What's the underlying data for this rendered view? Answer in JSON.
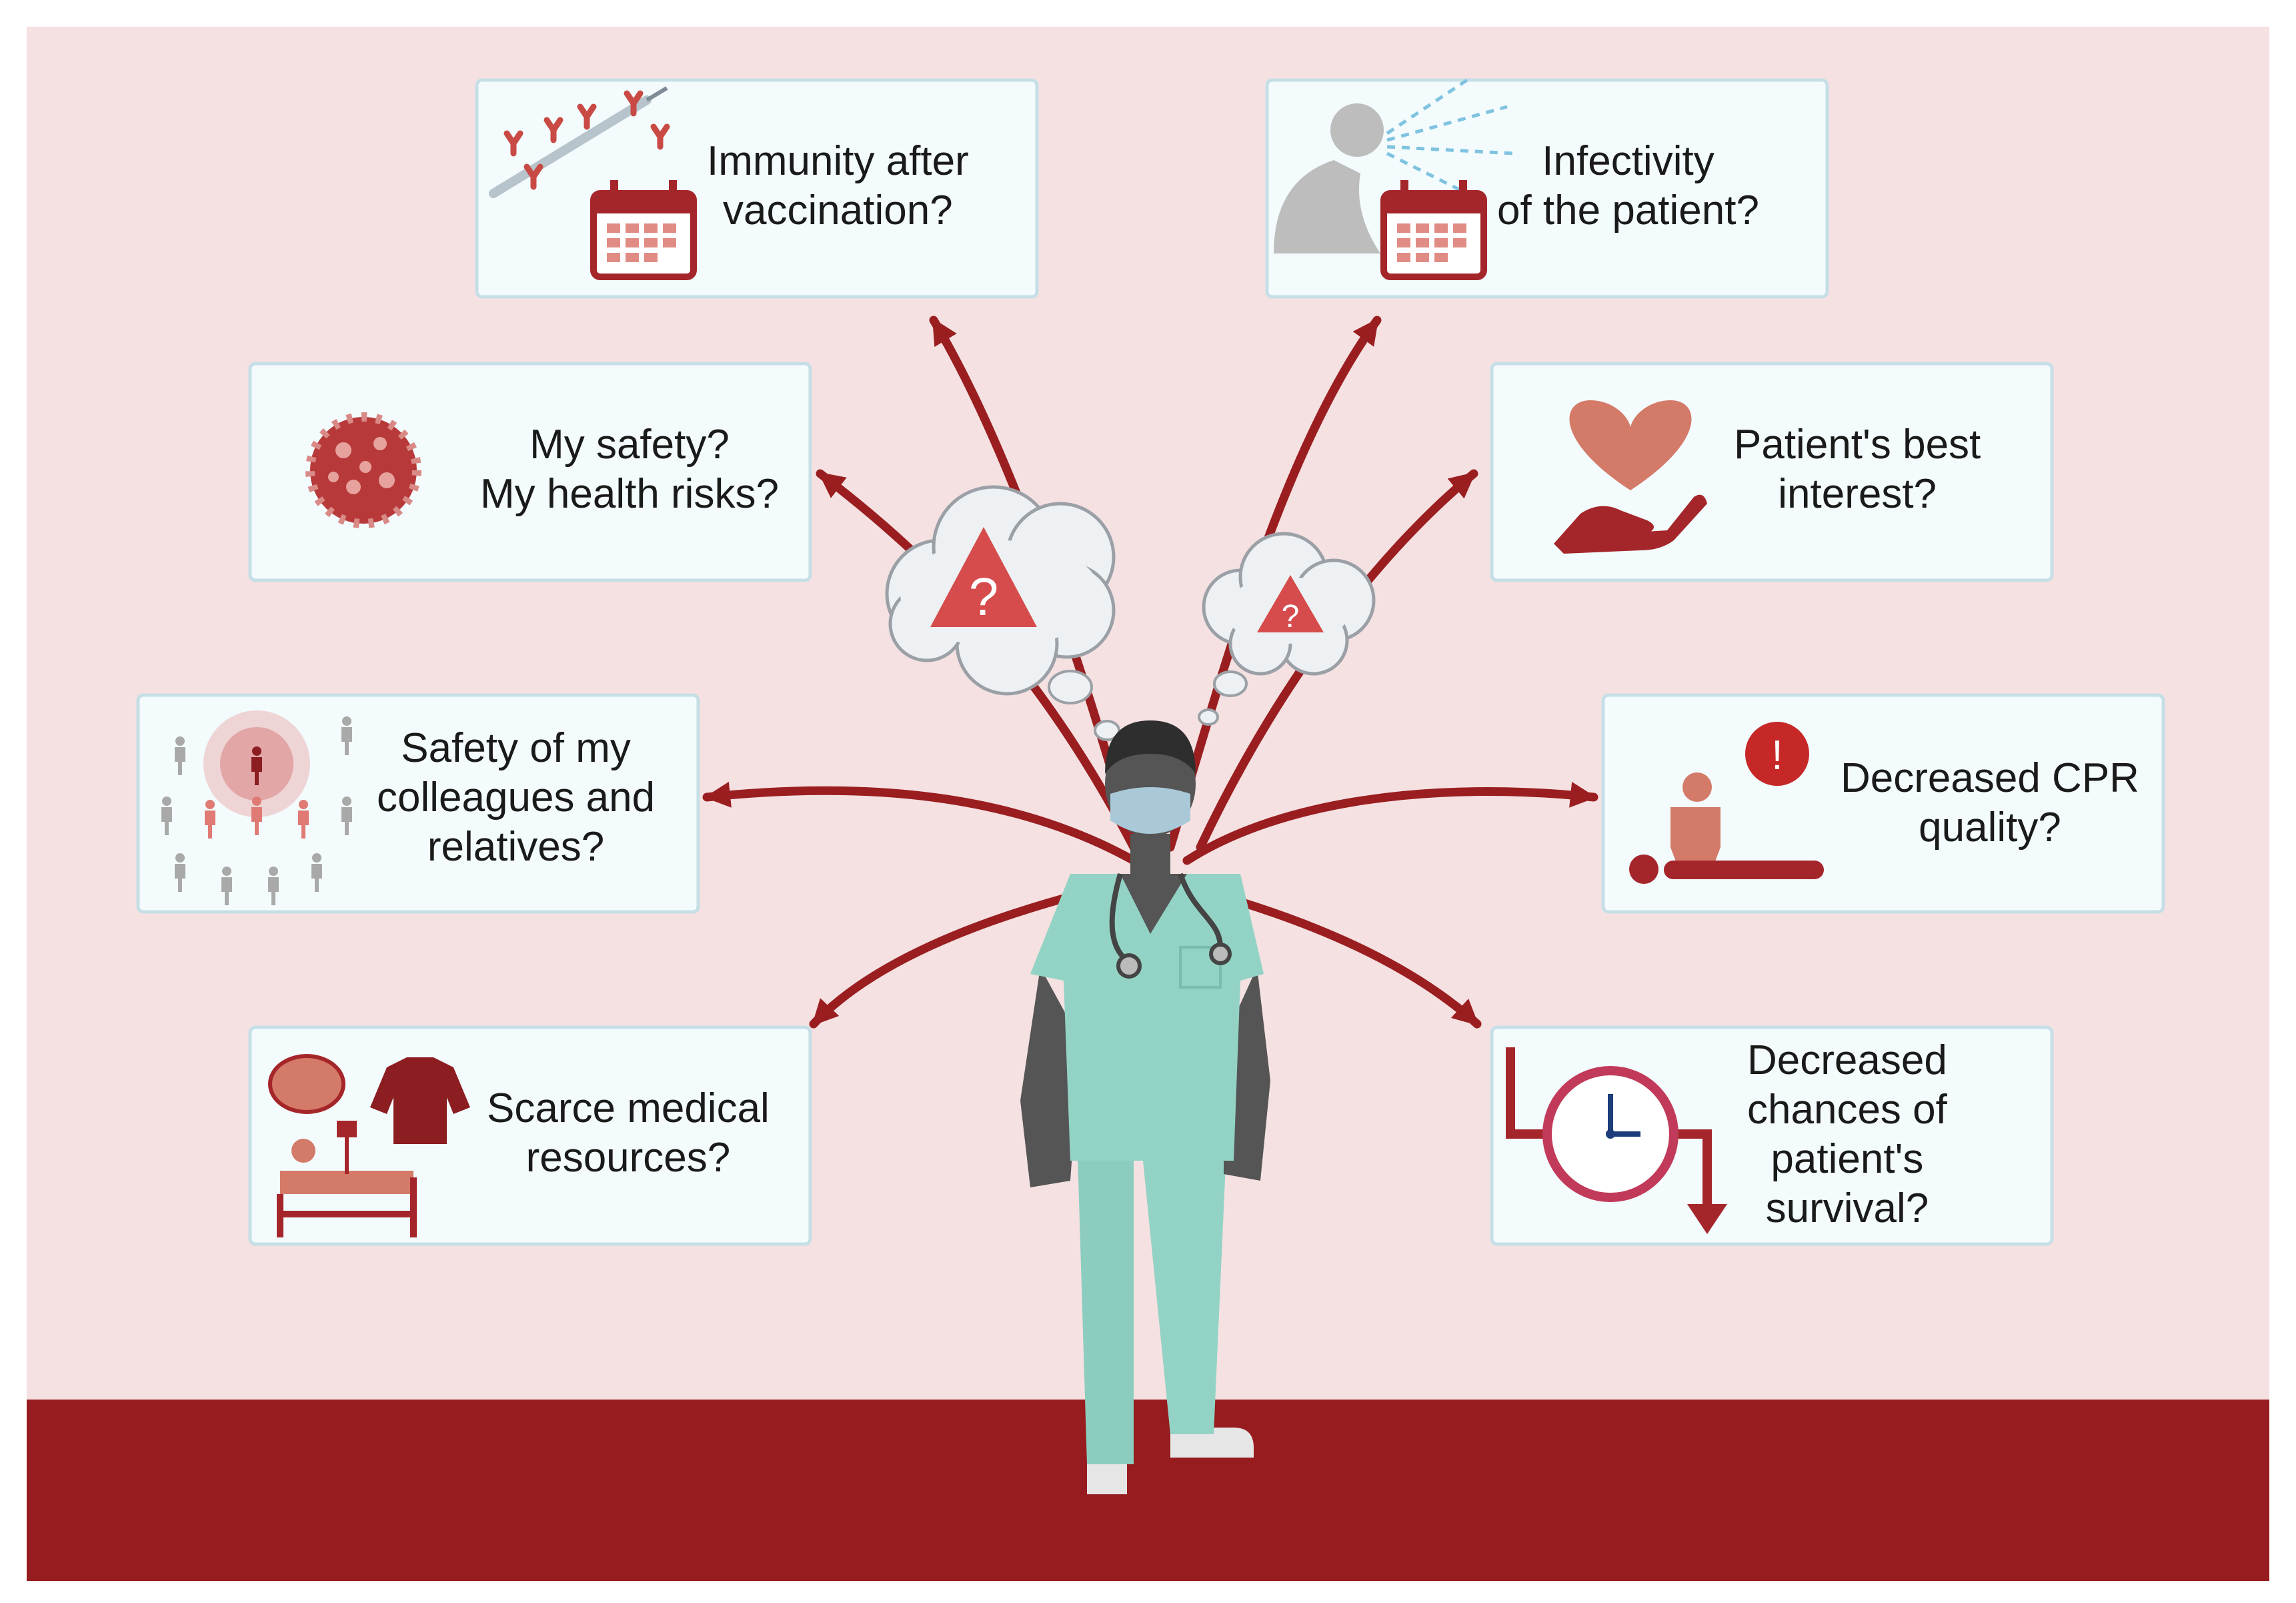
{
  "diagram": {
    "colors": {
      "background": "#f5e1e2",
      "floor": "#961c1f",
      "arrow": "#9a1e20",
      "box_fill": "#f3fbfd",
      "box_border": "#c6dfe6",
      "icon_red": "#c94a44",
      "icon_salmon": "#d47a68",
      "scrubs": "#93d3c5",
      "skin": "#555555"
    },
    "boxes": {
      "immunity": {
        "lines": [
          "Immunity after",
          "vaccination?"
        ],
        "icon": "syringe-antibody-calendar-icon"
      },
      "infectivity": {
        "lines": [
          "Infectivity",
          "of the patient?"
        ],
        "icon": "coughing-patient-calendar-icon"
      },
      "my_safety": {
        "lines": [
          "My safety?",
          "My health risks?"
        ],
        "icon": "virus-icon"
      },
      "best_interest": {
        "lines": [
          "Patient's best",
          "interest?"
        ],
        "icon": "heart-in-hand-icon"
      },
      "colleagues": {
        "lines": [
          "Safety of my",
          "colleagues and",
          "relatives?"
        ],
        "icon": "people-spread-icon"
      },
      "cpr": {
        "lines": [
          "Decreased CPR",
          "quality?"
        ],
        "icon": "cpr-icon"
      },
      "resources": {
        "lines": [
          "Scarce medical",
          "resources?"
        ],
        "icon": "medical-supplies-icon"
      },
      "survival": {
        "lines": [
          "Decreased",
          "chances of",
          "patient's",
          "survival?"
        ],
        "icon": "clock-decline-icon"
      }
    },
    "thought_bubbles": {
      "large": "?",
      "small": "?"
    },
    "center_figure": "health-care-worker-icon"
  }
}
